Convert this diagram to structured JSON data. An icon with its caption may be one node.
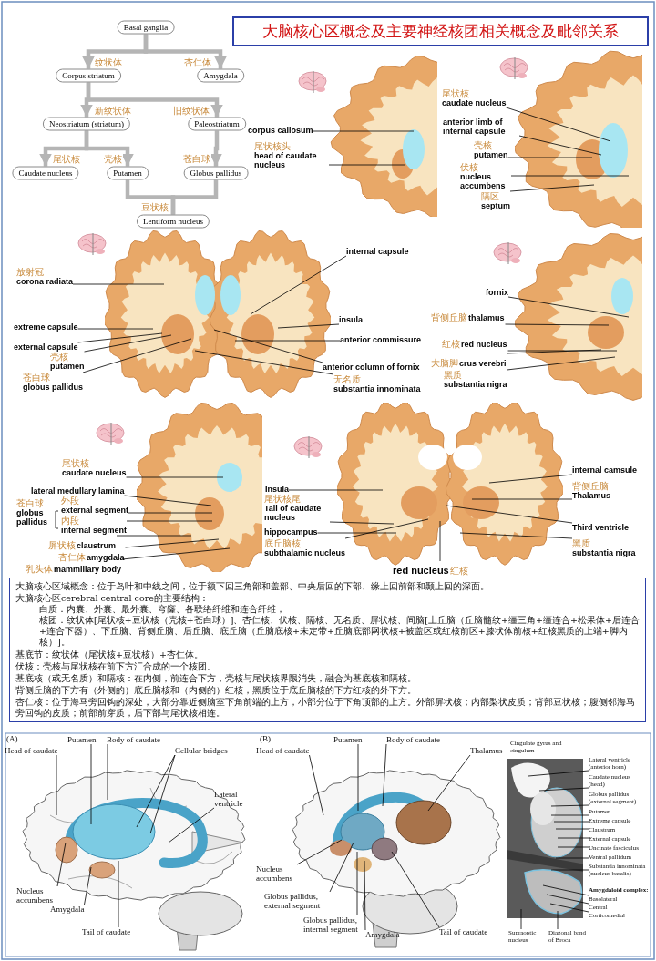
{
  "diagram": {
    "title": "大脑核心区概念及主要神经核团相关概念及毗邻关系",
    "nodes": [
      {
        "text": [
          "Basal ganglia"
        ]
      },
      {
        "text": [
          "Corpus striatum"
        ]
      },
      {
        "text": [
          "Amygdala"
        ]
      },
      {
        "text": [
          "Neostriatum (striatum)"
        ]
      },
      {
        "text": [
          "Paleostriatum"
        ]
      },
      {
        "text": [
          "Caudate nucleus"
        ]
      },
      {
        "text": [
          "Putamen"
        ]
      },
      {
        "text": [
          "Globus pallidus"
        ]
      },
      {
        "text": [
          "Lentiform nucleus"
        ]
      },
      {
        "text": [
          "corpus callosum"
        ]
      },
      {
        "text": [
          "尾状核头",
          "head of caudate nucleus"
        ]
      },
      {
        "text": [
          "尾状核",
          "caudate nucleus"
        ]
      },
      {
        "text": [
          "anterior limb of internal capsule"
        ]
      },
      {
        "text": [
          "壳核",
          "putamen"
        ]
      },
      {
        "text": [
          "伏核",
          "nucleus accumbens"
        ]
      },
      {
        "text": [
          "隔区",
          "septum"
        ]
      },
      {
        "text": [
          "放射冠",
          "corona radiata"
        ]
      },
      {
        "text": [
          "extreme capsule"
        ]
      },
      {
        "text": [
          "external capsule"
        ]
      },
      {
        "text": [
          "壳核",
          "putamen"
        ]
      },
      {
        "text": [
          "苍白球",
          "globus pallidus"
        ]
      },
      {
        "text": [
          "internal capsule"
        ]
      },
      {
        "text": [
          "insula"
        ]
      },
      {
        "text": [
          "anterior commissure"
        ]
      },
      {
        "text": [
          "anterior column of fornix"
        ]
      },
      {
        "text": [
          "无名质",
          "substantia innominata"
        ]
      },
      {
        "text": [
          "fornix"
        ]
      },
      {
        "text": [
          "背侧丘脑",
          "thalamus"
        ]
      },
      {
        "text": [
          "红核",
          "red nucleus"
        ]
      },
      {
        "text": [
          "大脑脚",
          "crus verebri"
        ]
      },
      {
        "text": [
          "黑质",
          "substantia nigra"
        ]
      },
      {
        "text": [
          "尾状核",
          "caudate nucleus"
        ]
      },
      {
        "text": [
          "lateral medullary lamina"
        ]
      },
      {
        "text": [
          "苍白球",
          "globus pallidus"
        ]
      },
      {
        "text": [
          "外段",
          "external segment"
        ]
      },
      {
        "text": [
          "内段",
          "internal segment"
        ]
      },
      {
        "text": [
          "屏状核",
          "claustrum"
        ]
      },
      {
        "text": [
          "杏仁体",
          "amygdala"
        ]
      },
      {
        "text": [
          "乳头体",
          "mammillary body"
        ]
      },
      {
        "text": [
          "Insula"
        ]
      },
      {
        "text": [
          "尾状核尾",
          "Tail of caudate nucleus"
        ]
      },
      {
        "text": [
          "hippocampus"
        ]
      },
      {
        "text": [
          "底丘脑核",
          "subthalamic nucleus"
        ]
      },
      {
        "text": [
          "red nucleus",
          "红核"
        ]
      },
      {
        "text": [
          "internal camsule"
        ]
      },
      {
        "text": [
          "背侧丘脑",
          "Thalamus"
        ]
      },
      {
        "text": [
          "Third ventricle"
        ]
      },
      {
        "text": [
          "黑质",
          "substantia nigra"
        ]
      },
      {
        "text": [
          "大脑核心区域概念：位于岛叶和中线之间，位于额下回三角部和盖部、中央后回的下部、缘上回前部和颞上回的深面。",
          "大脑核心区cerebral central core的主要结构：",
          "白质：内囊、外囊、最外囊、穹窿、各联络纤维和连合纤维；",
          "核团：纹状体[尾状核+豆状核（壳核+苍白球）]、杏仁核、伏核、隔核、无名质、屏状核、间脑[上丘脑（丘脑髓纹+缰三角+缰连合+松果体+后连合+连合下器）、下丘脑、背侧丘脑、后丘脑、底丘脑（丘脑底核+未定带+丘脑底部网状核+被盖区或红核前区+膝状体前核+红核黑质的上端+脚内核）]。",
          "基底节：纹状体（尾状核+豆状核）+杏仁体。",
          "伏核：壳核与尾状核在前下方汇合成的一个核团。",
          "基底核（或无名质）和隔核：在内侧，前连合下方，壳核与尾状核界限消失，融合为基底核和隔核。",
          "背侧丘脑的下方有（外侧的）底丘脑核和（内侧的）红核，黑质位于底丘脑核的下方红核的外下方。",
          "杏仁核：位于海马旁回钩的深处，大部分靠近侧脑室下角前端的上方，小部分位于下角顶部的上方。外部屏状核；内部梨状皮质；背部豆状核；腹侧邻海马旁回钩的皮质；前部前穿质，后下部与尾状核相连。"
        ]
      },
      {
        "text": [
          "Head of caudate"
        ]
      },
      {
        "text": [
          "Putamen"
        ]
      },
      {
        "text": [
          "Body of caudate"
        ]
      },
      {
        "text": [
          "Cellular bridges"
        ]
      },
      {
        "text": [
          "Lateral ventricle"
        ]
      },
      {
        "text": [
          "Nucleus accumbens"
        ]
      },
      {
        "text": [
          "Amygdala"
        ]
      },
      {
        "text": [
          "Tail of caudate"
        ]
      },
      {
        "text": [
          "Head of caudate"
        ]
      },
      {
        "text": [
          "Putamen"
        ]
      },
      {
        "text": [
          "Body of caudate"
        ]
      },
      {
        "text": [
          "Thalamus"
        ]
      },
      {
        "text": [
          "Nucleus accumbens"
        ]
      },
      {
        "text": [
          "Globus pallidus, external segment"
        ]
      },
      {
        "text": [
          "Globus pallidus, internal segment"
        ]
      },
      {
        "text": [
          "Amygdala"
        ]
      },
      {
        "text": [
          "Tail of caudate"
        ]
      },
      {
        "text": [
          "Lateral ventricle (anterior horn)"
        ]
      },
      {
        "text": [
          "Caudate nucleus (head)"
        ]
      },
      {
        "text": [
          "Globus pallidus (external segment)"
        ]
      },
      {
        "text": [
          "Putamen"
        ]
      },
      {
        "text": [
          "Extreme capsule"
        ]
      },
      {
        "text": [
          "Claustrum"
        ]
      },
      {
        "text": [
          "External capsule"
        ]
      },
      {
        "text": [
          "Uncinate fasciculus"
        ]
      },
      {
        "text": [
          "Ventral pallidum"
        ]
      },
      {
        "text": [
          "Substantia innominata (nucleus basalis)"
        ]
      },
      {
        "text": [
          "Basolateral"
        ]
      },
      {
        "text": [
          "Central"
        ]
      },
      {
        "text": [
          "Corticomedial"
        ]
      },
      {
        "text": [
          "Supraoptic nucleus"
        ]
      },
      {
        "text": [
          "Diagonal band of Broca"
        ]
      }
    ],
    "edges": [
      {
        "from": 0,
        "to": 1,
        "arrow": "to",
        "label": "纹状体",
        "style": "thick",
        "color": "#b5b5b5"
      },
      {
        "from": 0,
        "to": 2,
        "arrow": "to",
        "label": "杏仁体",
        "style": "thick",
        "color": "#b5b5b5"
      },
      {
        "from": 1,
        "to": 3,
        "arrow": "to",
        "label": "新纹状体",
        "style": "thick",
        "color": "#b5b5b5"
      },
      {
        "from": 1,
        "to": 4,
        "arrow": "to",
        "label": "旧纹状体",
        "style": "thick",
        "color": "#b5b5b5"
      },
      {
        "from": 3,
        "to": 5,
        "arrow": "to",
        "label": "尾状核",
        "style": "thick",
        "color": "#b5b5b5"
      },
      {
        "from": 3,
        "to": 6,
        "arrow": "to",
        "label": "壳核",
        "style": "thick",
        "color": "#b5b5b5"
      },
      {
        "from": 4,
        "to": 7,
        "arrow": "to",
        "label": "苍白球",
        "style": "thick",
        "color": "#b5b5b5"
      },
      {
        "from": 6,
        "to": 8,
        "arrow": "none",
        "label": "豆状核",
        "style": "thick",
        "color": "#b5b5b5"
      },
      {
        "from": 7,
        "to": 8,
        "arrow": "none",
        "style": "thick",
        "color": "#b5b5b5"
      },
      {
        "from": 9,
        "to": null,
        "arrow": "none"
      },
      {
        "from": 10,
        "to": null,
        "arrow": "none"
      },
      {
        "from": 11,
        "to": null,
        "arrow": "none"
      },
      {
        "from": 12,
        "to": null,
        "arrow": "none"
      },
      {
        "from": 13,
        "to": null,
        "arrow": "none"
      },
      {
        "from": 14,
        "to": null,
        "arrow": "none"
      },
      {
        "from": 15,
        "to": null,
        "arrow": "none"
      },
      {
        "from": 16,
        "to": null,
        "arrow": "none"
      },
      {
        "from": 17,
        "to": null,
        "arrow": "none"
      },
      {
        "from": 18,
        "to": null,
        "arrow": "none"
      },
      {
        "from": 19,
        "to": null,
        "arrow": "none"
      },
      {
        "from": 20,
        "to": null,
        "arrow": "none"
      },
      {
        "from": 21,
        "to": null,
        "arrow": "none"
      },
      {
        "from": 22,
        "to": null,
        "arrow": "none"
      },
      {
        "from": 23,
        "to": null,
        "arrow": "none"
      },
      {
        "from": 24,
        "to": null,
        "arrow": "none"
      },
      {
        "from": 25,
        "to": null,
        "arrow": "none"
      },
      {
        "from": 26,
        "to": null,
        "arrow": "none"
      },
      {
        "from": 27,
        "to": null,
        "arrow": "none"
      },
      {
        "from": 28,
        "to": null,
        "arrow": "none"
      },
      {
        "from": 29,
        "to": null,
        "arrow": "none"
      },
      {
        "from": 30,
        "to": null,
        "arrow": "none"
      },
      {
        "from": 31,
        "to": null,
        "arrow": "none"
      },
      {
        "from": 32,
        "to": null,
        "arrow": "none"
      },
      {
        "from": 34,
        "to": null,
        "arrow": "none"
      },
      {
        "from": 35,
        "to": null,
        "arrow": "none"
      },
      {
        "from": 36,
        "to": null,
        "arrow": "none"
      },
      {
        "from": 37,
        "to": null,
        "arrow": "none"
      },
      {
        "from": 38,
        "to": null,
        "arrow": "none"
      },
      {
        "from": 39,
        "to": null,
        "arrow": "none"
      },
      {
        "from": 40,
        "to": null,
        "arrow": "none"
      },
      {
        "from": 41,
        "to": null,
        "arrow": "none"
      },
      {
        "from": 42,
        "to": null,
        "arrow": "none"
      },
      {
        "from": 43,
        "to": null,
        "arrow": "none"
      },
      {
        "from": 44,
        "to": null,
        "arrow": "none"
      },
      {
        "from": 45,
        "to": null,
        "arrow": "none"
      },
      {
        "from": 46,
        "to": null,
        "arrow": "none"
      },
      {
        "from": 47,
        "to": null,
        "arrow": "none"
      },
      {
        "from": 49,
        "to": null,
        "arrow": "none"
      },
      {
        "from": 50,
        "to": null,
        "arrow": "none"
      },
      {
        "from": 51,
        "to": null,
        "arrow": "none"
      },
      {
        "from": 52,
        "to": null,
        "arrow": "none"
      },
      {
        "from": 52,
        "to": null,
        "arrow": "none"
      },
      {
        "from": 53,
        "to": null,
        "arrow": "none"
      },
      {
        "from": 54,
        "to": null,
        "arrow": "none"
      },
      {
        "from": 55,
        "to": null,
        "arrow": "none"
      },
      {
        "from": 56,
        "to": null,
        "arrow": "none"
      },
      {
        "from": 57,
        "to": null,
        "arrow": "none"
      },
      {
        "from": 58,
        "to": null,
        "arrow": "none"
      },
      {
        "from": 59,
        "to": null,
        "arrow": "none"
      },
      {
        "from": 60,
        "to": null,
        "arrow": "none"
      },
      {
        "from": 61,
        "to": null,
        "arrow": "none"
      },
      {
        "from": 62,
        "to": null,
        "arrow": "none"
      },
      {
        "from": 63,
        "to": null,
        "arrow": "none"
      },
      {
        "from": 64,
        "to": null,
        "arrow": "none"
      },
      {
        "from": 65,
        "to": null,
        "arrow": "none"
      },
      {
        "from": 66,
        "to": null,
        "arrow": "none"
      },
      {
        "from": 67,
        "to": null,
        "arrow": "none"
      },
      {
        "from": 68,
        "to": null,
        "arrow": "none"
      },
      {
        "from": 69,
        "to": null,
        "arrow": "none"
      },
      {
        "from": 70,
        "to": null,
        "arrow": "none"
      },
      {
        "from": 71,
        "to": null,
        "arrow": "none"
      },
      {
        "from": 72,
        "to": null,
        "arrow": "none"
      },
      {
        "from": 73,
        "to": null,
        "arrow": "none"
      },
      {
        "from": 74,
        "to": null,
        "arrow": "none"
      },
      {
        "from": 75,
        "to": null,
        "arrow": "none"
      },
      {
        "from": 76,
        "to": null,
        "arrow": "none"
      },
      {
        "from": 77,
        "to": null,
        "arrow": "none"
      },
      {
        "from": 78,
        "to": null,
        "arrow": "none"
      },
      {
        "from": 79,
        "to": null,
        "arrow": "none"
      },
      {
        "from": 80,
        "to": null,
        "arrow": "none"
      }
    ],
    "labels": [
      "(A)",
      "(B)",
      "Cingulate gyrus and cingulum",
      "Amygdaloid complex:"
    ]
  }
}
